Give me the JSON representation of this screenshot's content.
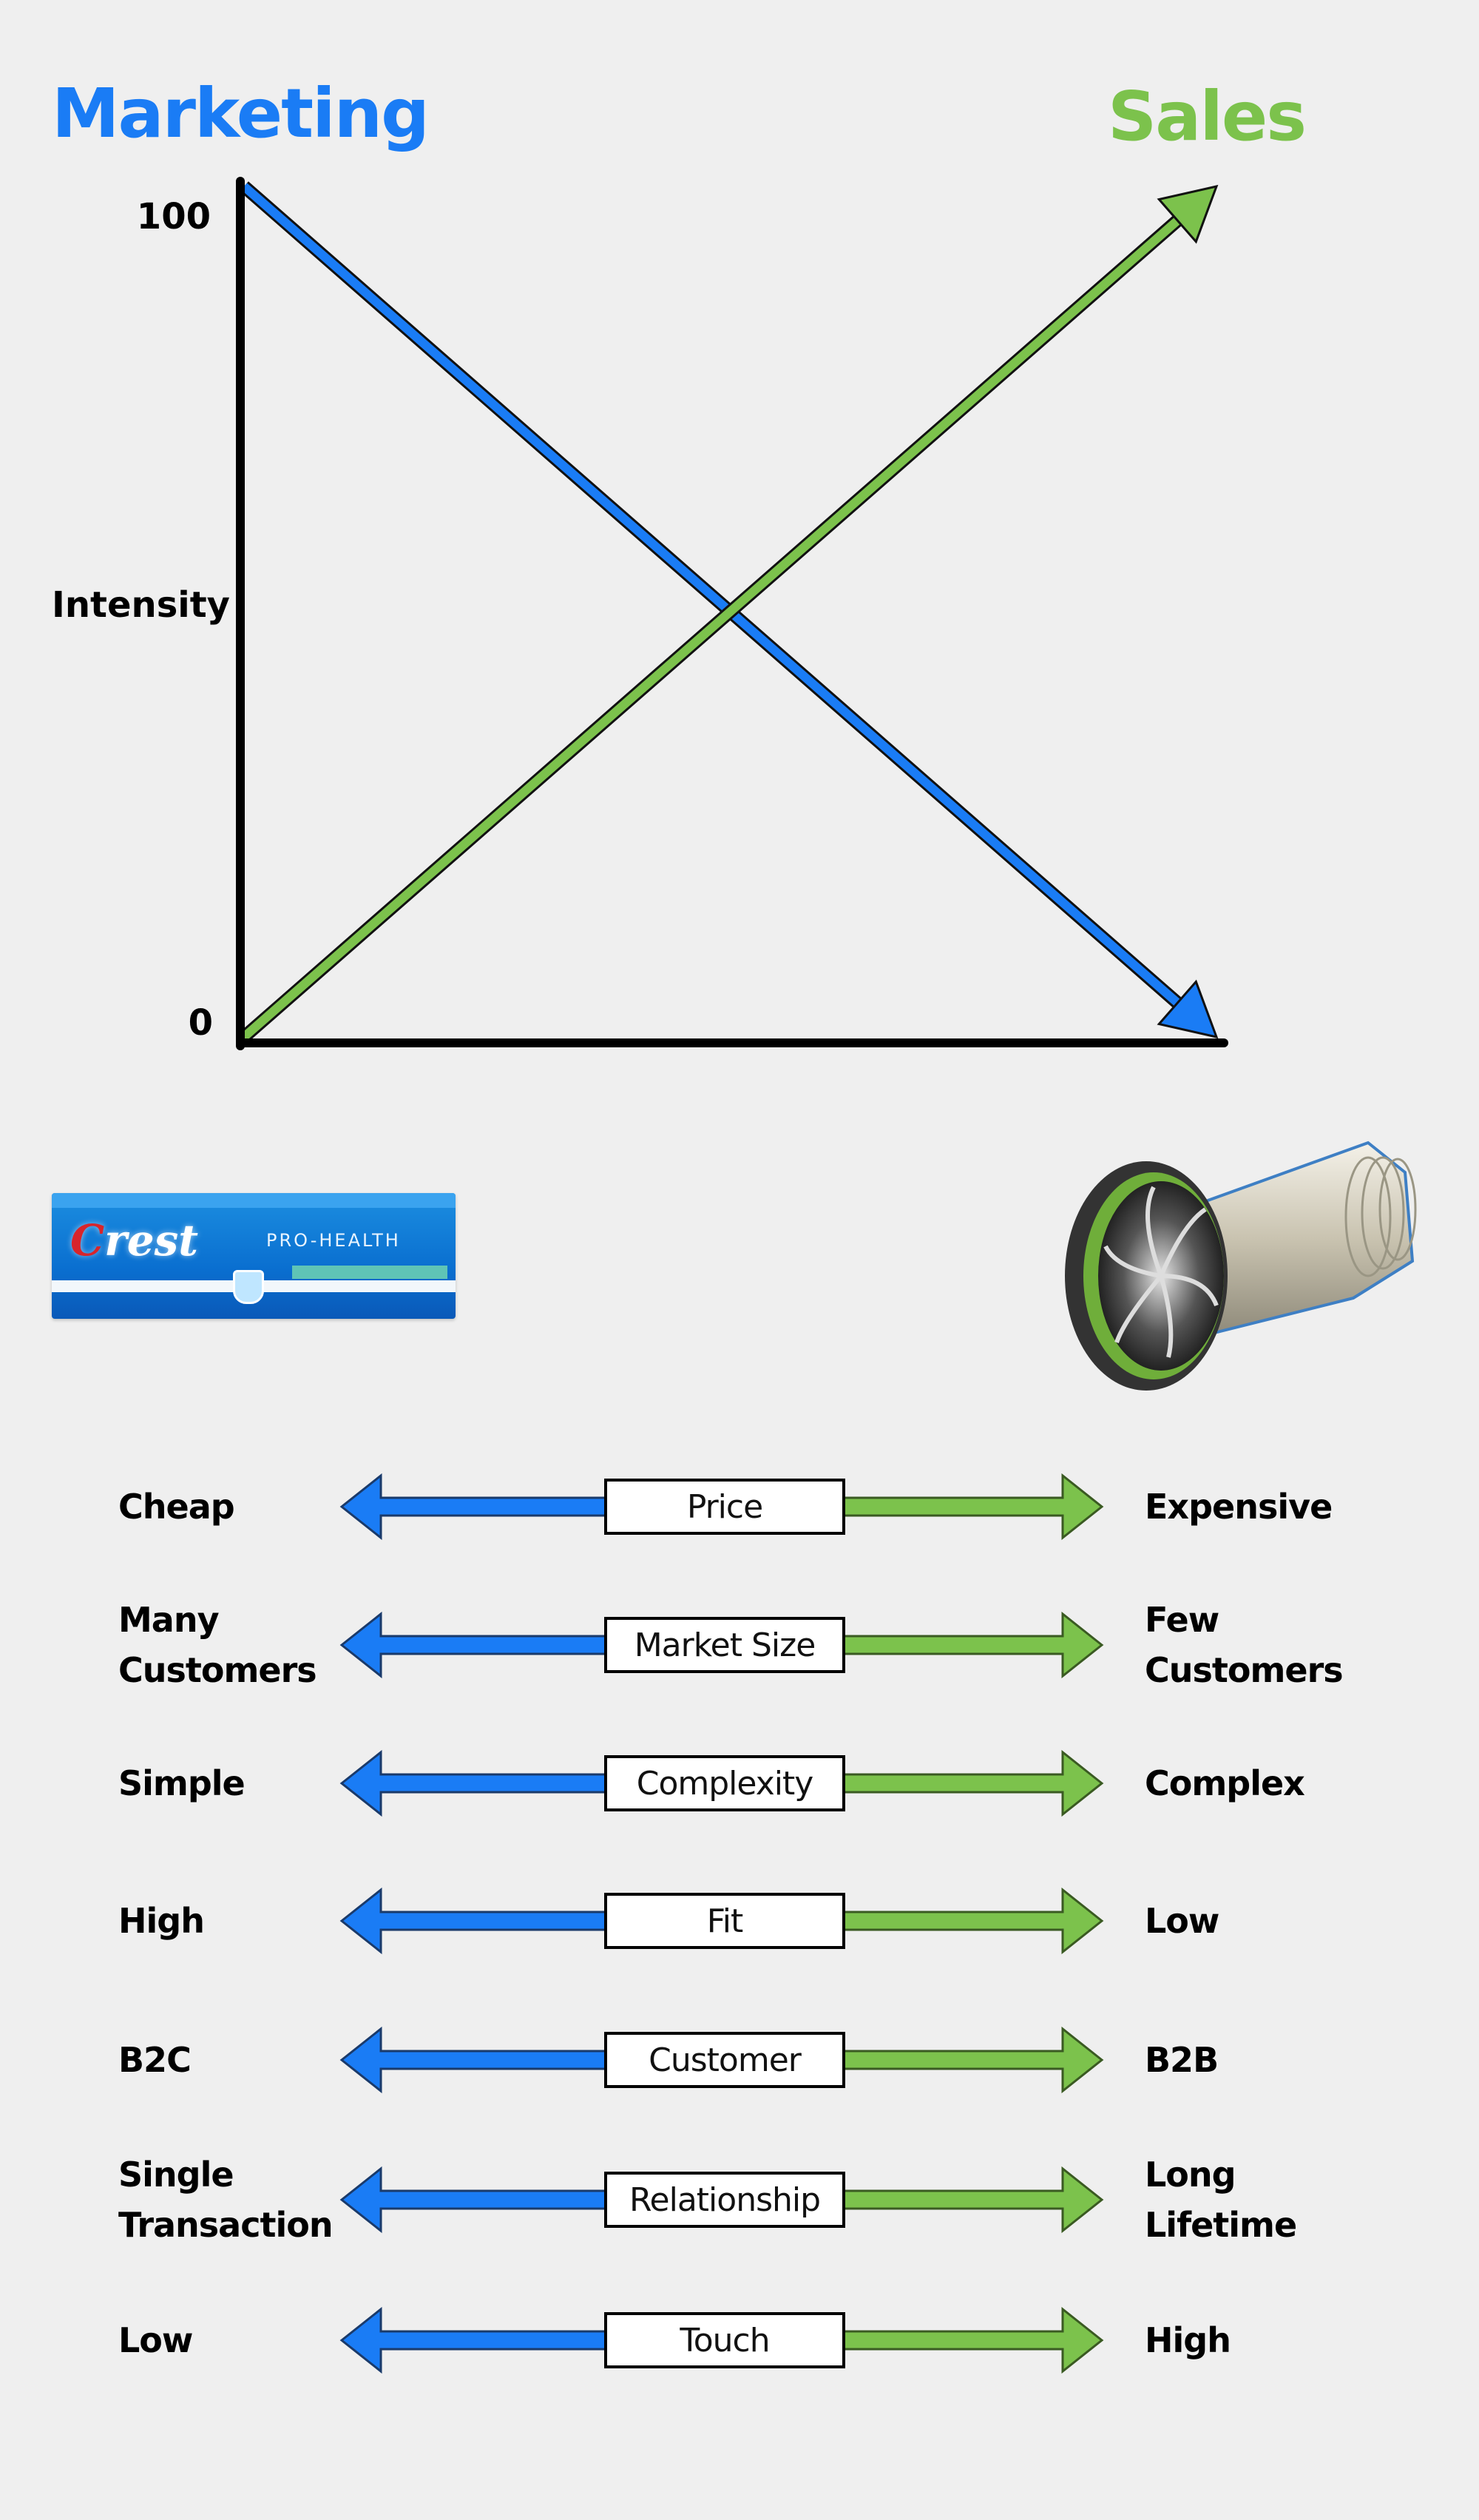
{
  "headings": {
    "left": "Marketing",
    "right": "Sales"
  },
  "colors": {
    "marketing": "#1a7cf5",
    "sales": "#7cc24c",
    "axis": "#000000",
    "background": "#efefef"
  },
  "chart_data": {
    "type": "line",
    "title": "",
    "xlabel": "",
    "ylabel": "Intensity",
    "yticks": [
      "0",
      "100"
    ],
    "ylim": [
      0,
      100
    ],
    "xlim": [
      0,
      1
    ],
    "grid": false,
    "legend": "top labels (Marketing left, Sales right)",
    "series": [
      {
        "name": "Marketing",
        "color": "#1a7cf5",
        "x": [
          0,
          1
        ],
        "values": [
          100,
          0
        ],
        "arrow": "end"
      },
      {
        "name": "Sales",
        "color": "#7cc24c",
        "x": [
          0,
          1
        ],
        "values": [
          0,
          100
        ],
        "arrow": "end"
      }
    ]
  },
  "images": {
    "left": {
      "name": "crest-toothpaste",
      "logo": "Crest",
      "subtitle": "PRO-HEALTH"
    },
    "right": {
      "name": "jet-engine"
    }
  },
  "spectrum": [
    {
      "attribute": "Price",
      "left": "Cheap",
      "right": "Expensive"
    },
    {
      "attribute": "Market Size",
      "left": "Many\nCustomers",
      "right": "Few\nCustomers"
    },
    {
      "attribute": "Complexity",
      "left": "Simple",
      "right": "Complex"
    },
    {
      "attribute": "Fit",
      "left": "High",
      "right": "Low"
    },
    {
      "attribute": "Customer",
      "left": "B2C",
      "right": "B2B"
    },
    {
      "attribute": "Relationship",
      "left": "Single\nTransaction",
      "right": "Long\nLifetime"
    },
    {
      "attribute": "Touch",
      "left": "Low",
      "right": "High"
    }
  ]
}
